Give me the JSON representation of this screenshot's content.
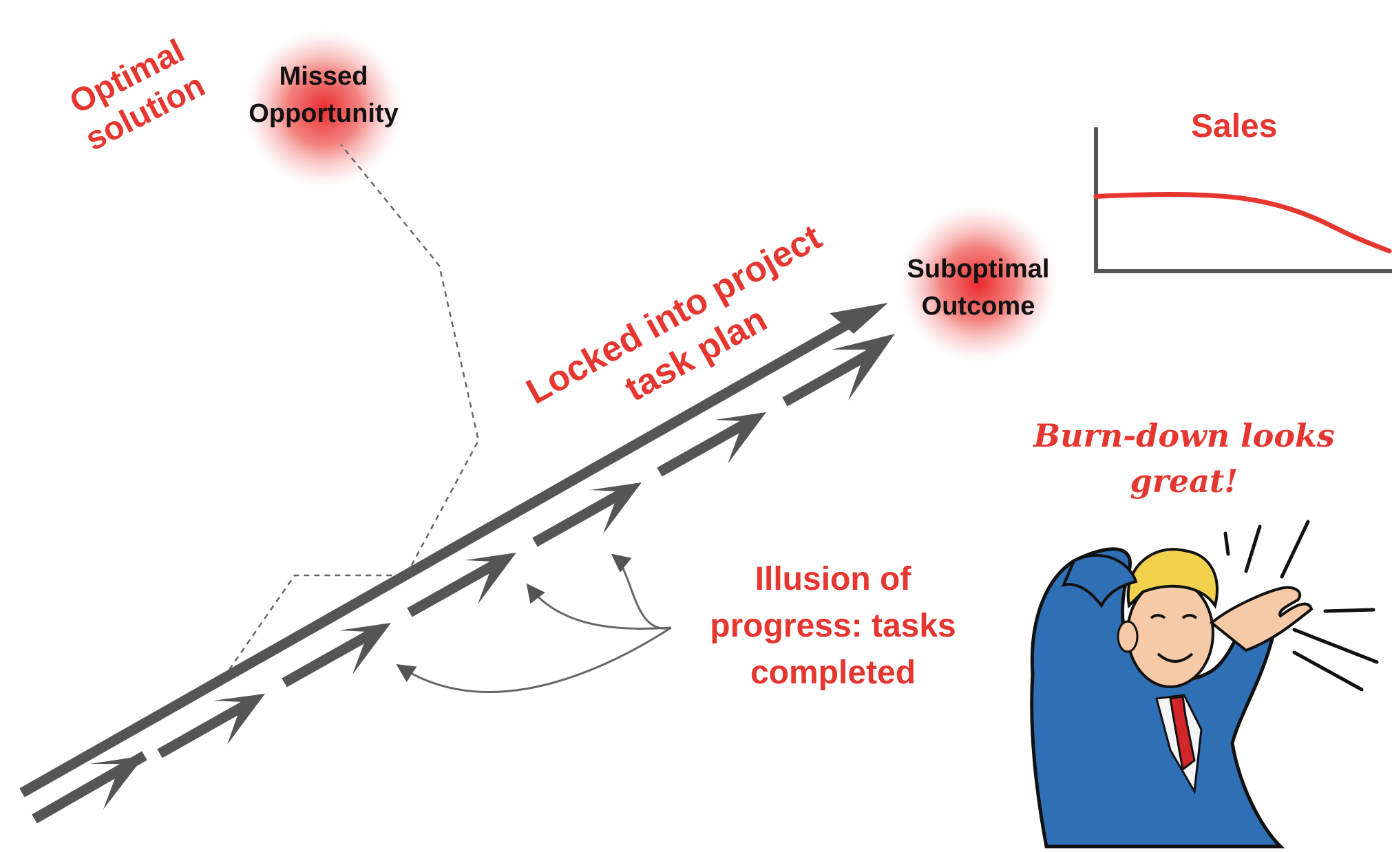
{
  "labels": {
    "optimal_solution": [
      "Optimal",
      "solution"
    ],
    "missed_opportunity": [
      "Missed",
      "Opportunity"
    ],
    "suboptimal_outcome": [
      "Suboptimal",
      "Outcome"
    ],
    "locked_into_plan": [
      "Locked into project",
      "task plan"
    ],
    "illusion_of_progress": [
      "Illusion of",
      "progress: tasks",
      "completed"
    ],
    "burn_down": [
      "Burn-down looks",
      "great!"
    ],
    "sales": "Sales"
  },
  "chart_data": {
    "type": "line",
    "title": "Sales",
    "xlabel": "",
    "ylabel": "",
    "series": [
      {
        "values": [
          0.52,
          0.53,
          0.535,
          0.53,
          0.51,
          0.46,
          0.37,
          0.24,
          0.14
        ]
      }
    ],
    "ylim": [
      0,
      1
    ],
    "grid": false
  },
  "colors": {
    "accent": "#e53630",
    "arrow": "#555555",
    "text": "#111111"
  },
  "icons": {
    "character": "cheering-businessman-illustration"
  }
}
